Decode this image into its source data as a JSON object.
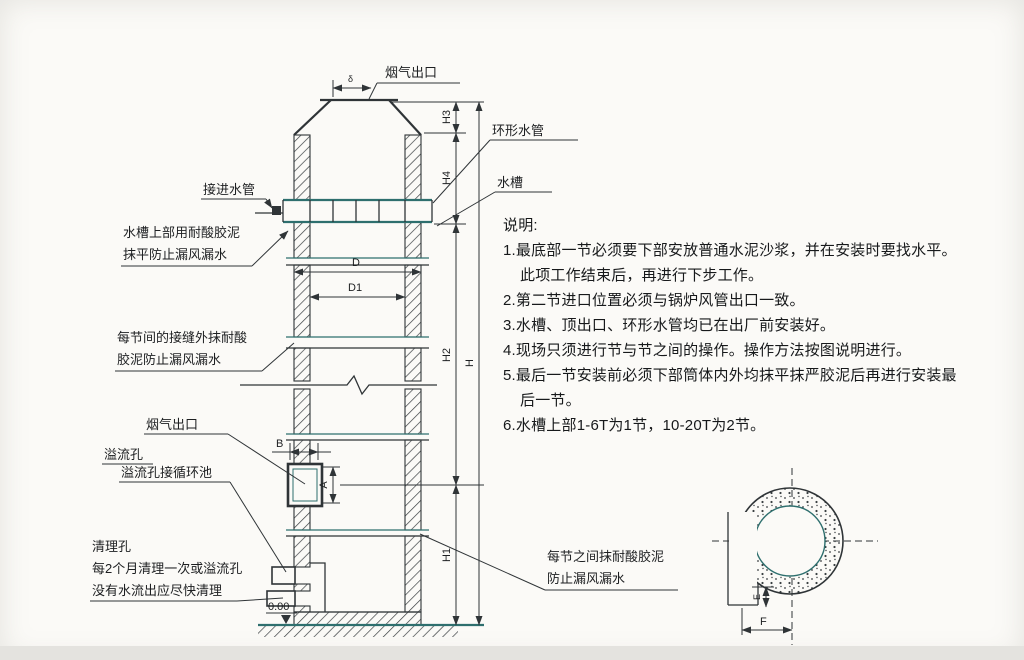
{
  "colors": {
    "line": "#2f3437",
    "teal": "#2e6f6e",
    "background": "#fbfaf7"
  },
  "labels": {
    "flue_gas_outlet_top": "烟气出口",
    "ring_water_pipe": "环形水管",
    "water_trough": "水槽",
    "inlet_water_pipe": "接进水管",
    "trough_seal_1": "水槽上部用耐酸胶泥",
    "trough_seal_2": "抹平防止漏风漏水",
    "joint_seal_1": "每节间的接缝外抹耐酸",
    "joint_seal_2": "胶泥防止漏风漏水",
    "flue_gas_outlet_lower": "烟气出口",
    "overflow_hole": "溢流孔",
    "overflow_to_pool": "溢流孔接循环池",
    "cleaning_hole": "清理孔",
    "cleaning_note_1": "每2个月清理一次或溢流孔",
    "cleaning_note_2": "没有水流出应尽快清理",
    "section_seal_1": "每节之间抹耐酸胶泥",
    "section_seal_2": "防止漏风漏水",
    "elevation": "0.00"
  },
  "dimensions": {
    "delta": "δ",
    "D": "D",
    "D1": "D1",
    "A": "A",
    "B": "B",
    "E": "E",
    "F": "F",
    "H": "H",
    "H1": "H1",
    "H2": "H2",
    "H3": "H3",
    "H4": "H4"
  },
  "notes": {
    "heading": "说明:",
    "items": [
      "1.最底部一节必须要下部安放普通水泥沙浆，并在安装时要找水平。",
      "此项工作结束后，再进行下步工作。",
      "2.第二节进口位置必须与锅炉风管出口一致。",
      "3.水槽、顶出口、环形水管均已在出厂前安装好。",
      "4.现场只须进行节与节之间的操作。操作方法按图说明进行。",
      "5.最后一节安装前必须下部筒体内外均抹平抹严胶泥后再进行安装最",
      "后一节。",
      "6.水槽上部1-6T为1节，10-20T为2节。"
    ]
  }
}
